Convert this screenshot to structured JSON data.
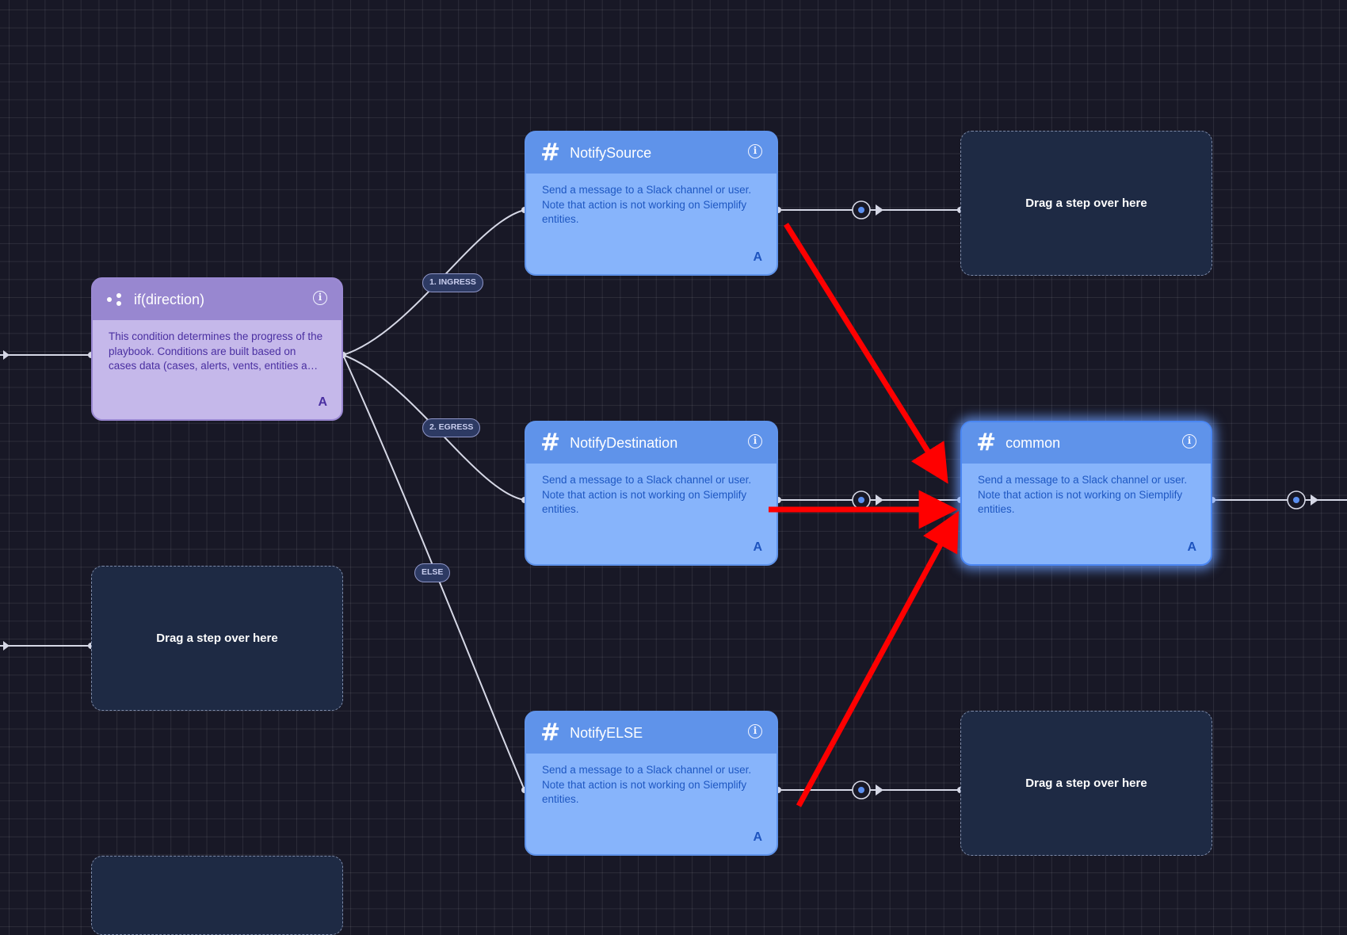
{
  "nodes": {
    "condition": {
      "title": "if(direction)",
      "icon": "branch-icon",
      "description": "This condition determines the progress of the playbook. Conditions are built based on cases data (cases, alerts, vents, entities a…",
      "badge": "A"
    },
    "notify_source": {
      "title": "NotifySource",
      "icon": "hash-icon",
      "description": "Send a message to a Slack channel or user. Note that action is not working on Siemplify entities.",
      "badge": "A"
    },
    "notify_destination": {
      "title": "NotifyDestination",
      "icon": "hash-icon",
      "description": "Send a message to a Slack channel or user. Note that action is not working on Siemplify entities.",
      "badge": "A"
    },
    "notify_else": {
      "title": "NotifyELSE",
      "icon": "hash-icon",
      "description": "Send a message to a Slack channel or user. Note that action is not working on Siemplify entities.",
      "badge": "A"
    },
    "common": {
      "title": "common",
      "icon": "hash-icon",
      "description": "Send a message to a Slack channel or user. Note that action is not working on Siemplify entities.",
      "badge": "A",
      "selected": true
    }
  },
  "placeholders": {
    "top_right": "Drag a step over here",
    "left_middle": "Drag a step over here",
    "bottom_right": "Drag a step over here"
  },
  "branch_labels": {
    "ingress": "1. INGRESS",
    "egress": "2. EGRESS",
    "else": "ELSE"
  },
  "colors": {
    "canvas_background": "#181826",
    "action_node": "#87b4fb",
    "action_header": "#5f93ea",
    "condition_node": "#c5b8ea",
    "condition_header": "#9887d0",
    "placeholder": "#1e2a44",
    "annotation_arrow": "#ff0000"
  }
}
